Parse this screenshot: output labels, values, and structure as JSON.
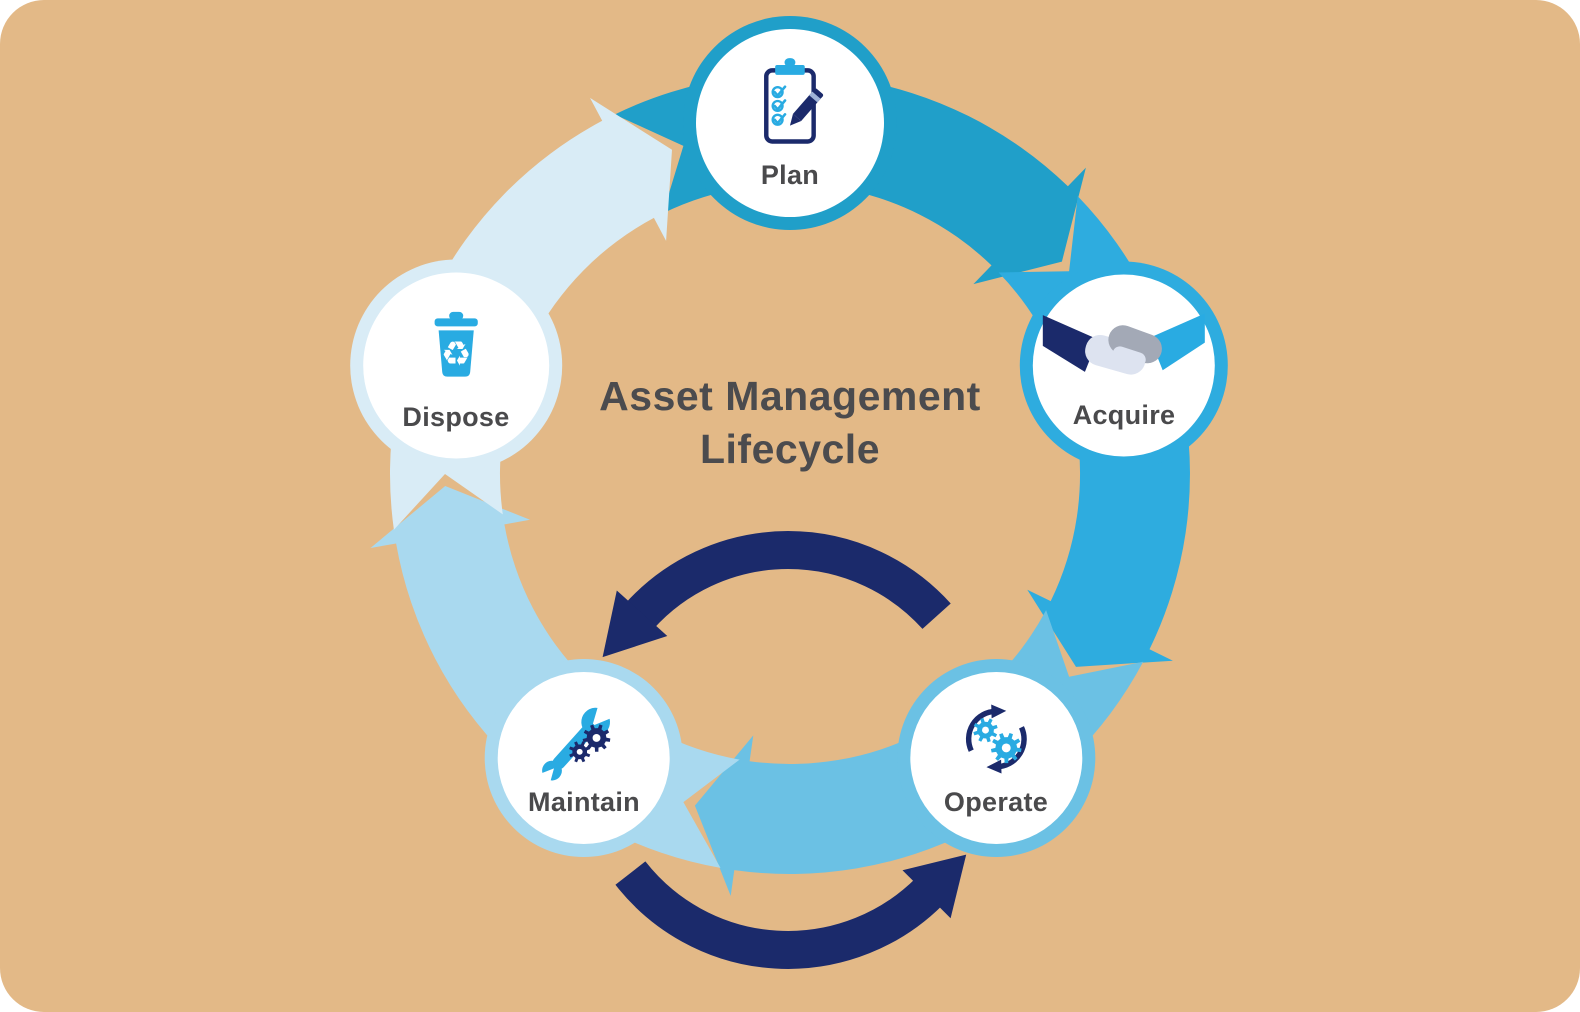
{
  "title": {
    "line1": "Asset Management",
    "line2": "Lifecycle"
  },
  "stages": [
    {
      "label": "Plan",
      "icon": "clipboard-checklist-icon",
      "segment_color": "#209FC9"
    },
    {
      "label": "Acquire",
      "icon": "handshake-icon",
      "segment_color": "#2EACDF"
    },
    {
      "label": "Operate",
      "icon": "gears-sync-icon",
      "segment_color": "#6BC1E4"
    },
    {
      "label": "Maintain",
      "icon": "wrench-gears-icon",
      "segment_color": "#A9D9EF"
    },
    {
      "label": "Dispose",
      "icon": "recycle-bin-icon",
      "segment_color": "#D9ECF6"
    }
  ],
  "colors": {
    "background": "#E3B987",
    "node_fill": "#FFFFFF",
    "navy": "#1B2A6B",
    "icon_cyan": "#29ABE2",
    "hand_gray": "#A3A9B6",
    "hand_light": "#DDE3F0",
    "label_text": "#4A4A4C",
    "title_text": "#4B4B4E"
  }
}
